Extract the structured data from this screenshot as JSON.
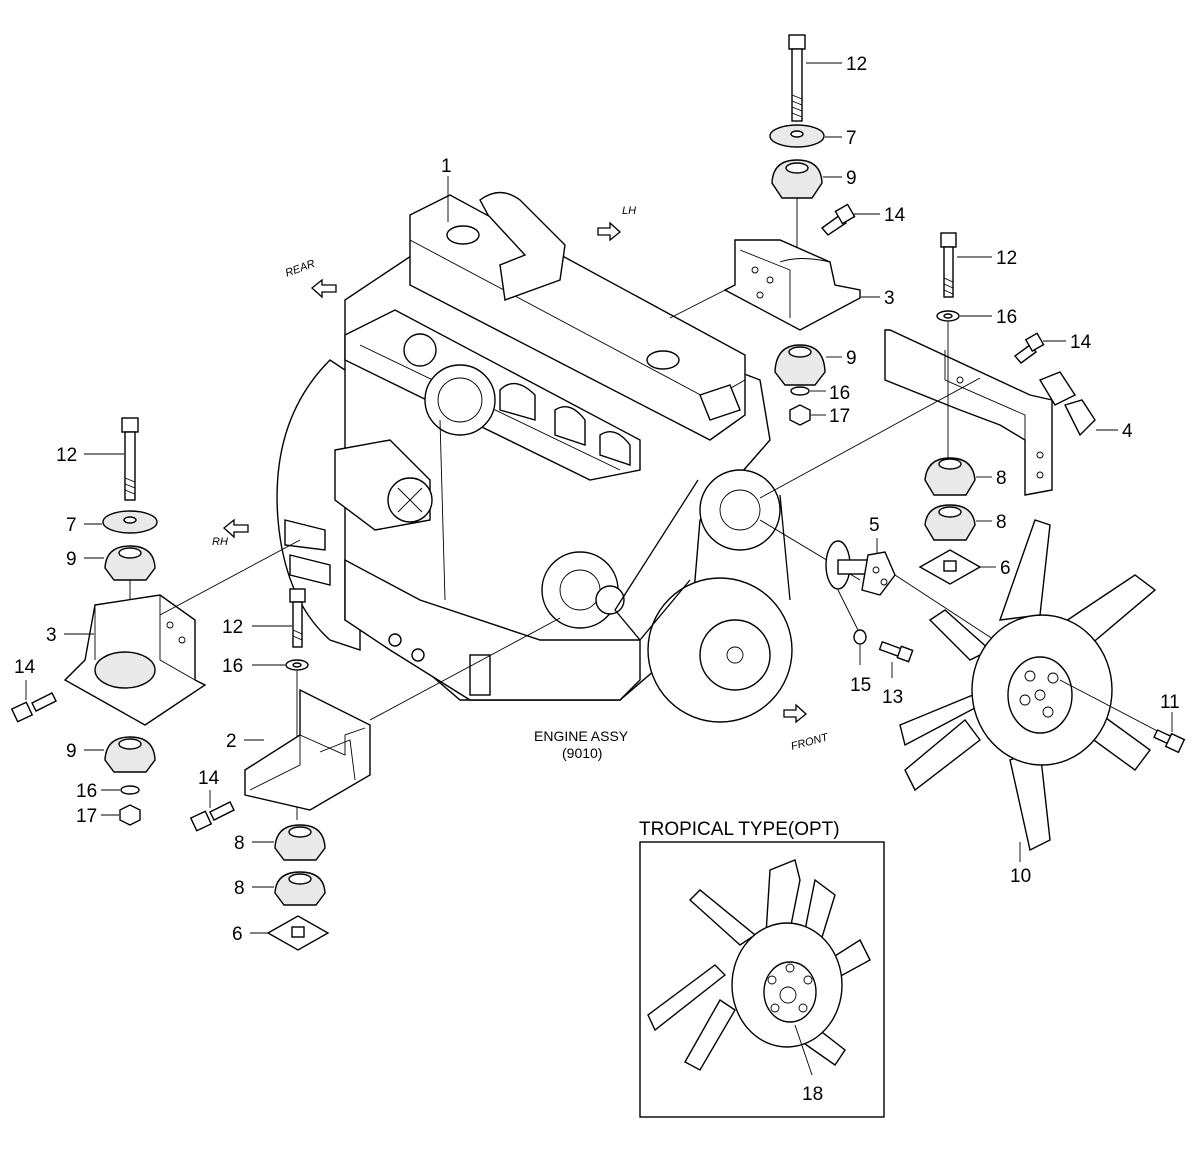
{
  "labels": {
    "engine_name": "ENGINE ASSY",
    "engine_code": "(9010)",
    "tropical_title": "TROPICAL TYPE(OPT)",
    "dir_rear": "REAR",
    "dir_front": "FRONT",
    "dir_lh": "LH",
    "dir_rh": "RH"
  },
  "callouts": {
    "c1": "1",
    "c12a": "12",
    "c7a": "7",
    "c9a": "9",
    "c14a": "14",
    "c3a": "3",
    "c9b": "9",
    "c16a": "16",
    "c17a": "17",
    "c12b": "12",
    "c16b": "16",
    "c14b": "14",
    "c4": "4",
    "c8a": "8",
    "c8b": "8",
    "c6a": "6",
    "c5": "5",
    "c15": "15",
    "c13": "13",
    "c11": "11",
    "c10": "10",
    "c12c": "12",
    "c7c": "7",
    "c9c": "9",
    "c3c": "3",
    "c14c": "14",
    "c9d": "9",
    "c16c": "16",
    "c17c": "17",
    "c12d": "12",
    "c16d": "16",
    "c2": "2",
    "c14d": "14",
    "c8c": "8",
    "c8d": "8",
    "c6b": "6",
    "c18": "18"
  }
}
